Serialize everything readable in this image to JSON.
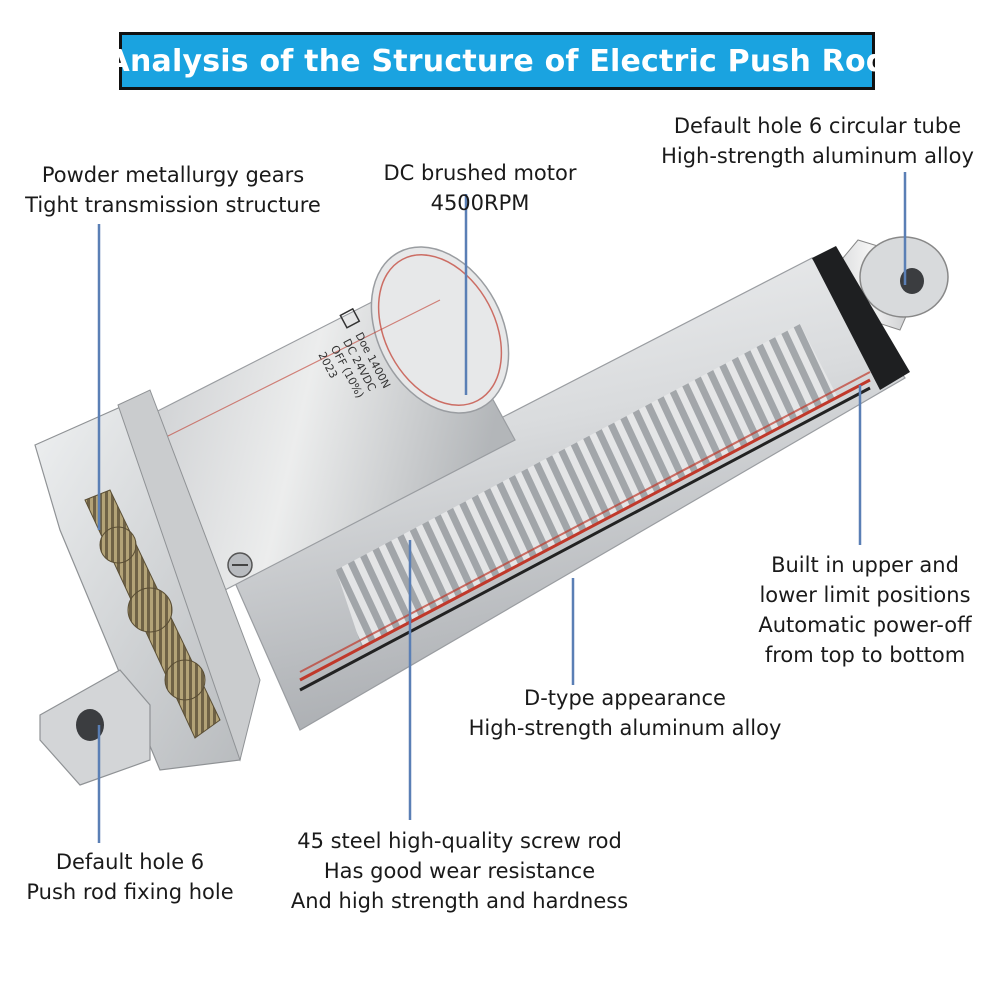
{
  "title": "Analysis of the Structure of Electric Push Rod",
  "colors": {
    "title_bg": "#1aa3e0",
    "title_text": "#ffffff",
    "leader_line": "#5a7fb5",
    "aluminum": "#d8dadc",
    "gear": "#8a7a55",
    "wire_red": "#c0392b"
  },
  "motor_label": {
    "lines": [
      "Doe 1400N",
      "DC 24VDC",
      "OFF (10%)",
      "2023"
    ]
  },
  "callouts": {
    "gears": {
      "line1": "Powder metallurgy gears",
      "line2": "Tight transmission structure"
    },
    "motor": {
      "line1": "DC brushed motor",
      "line2": "4500RPM"
    },
    "tube": {
      "line1": "Default hole 6 circular tube",
      "line2": "High-strength aluminum alloy"
    },
    "limits": {
      "line1": "Built in upper and",
      "line2": "lower limit positions",
      "line3": "Automatic power-off",
      "line4": "from top to bottom"
    },
    "dtype": {
      "line1": "D-type appearance",
      "line2": "High-strength aluminum alloy"
    },
    "fixing_hole": {
      "line1": "Default hole 6",
      "line2": "Push rod fixing hole"
    },
    "screw": {
      "line1": "45 steel high-quality screw rod",
      "line2": "Has good wear resistance",
      "line3": "And high strength and hardness"
    }
  }
}
